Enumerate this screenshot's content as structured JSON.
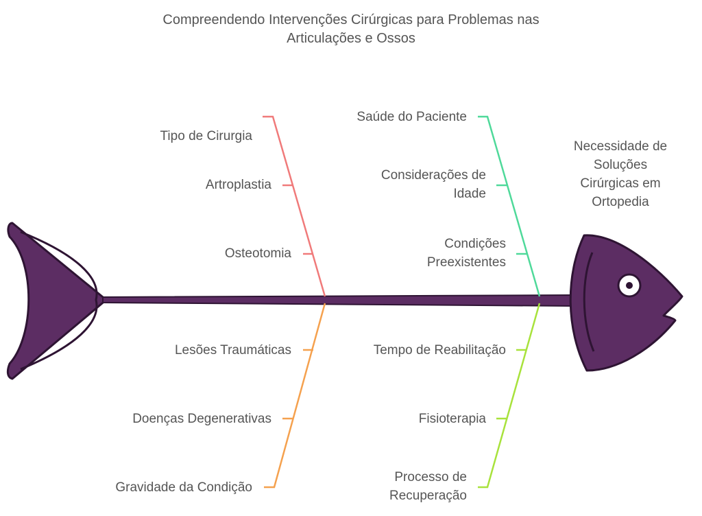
{
  "title_line1": "Compreendendo Intervenções Cirúrgicas para Problemas nas",
  "title_line2": "Articulações e Ossos",
  "head_label": [
    "Necessidade de",
    "Soluções",
    "Cirúrgicas em",
    "Ortopedia"
  ],
  "bones": [
    {
      "color": "#f07a7a",
      "title": "Tipo de Cirurgia",
      "items": [
        "Artroplastia",
        "Osteotomia"
      ]
    },
    {
      "color": "#f5a14e",
      "title": "Gravidade da Condição",
      "items": [
        "Lesões Traumáticas",
        "Doenças Degenerativas"
      ]
    },
    {
      "color": "#4fd99a",
      "title": "Saúde do Paciente",
      "items": [
        [
          "Considerações de",
          "Idade"
        ],
        [
          "Condições",
          "Preexistentes"
        ]
      ]
    },
    {
      "color": "#a8e23c",
      "title": [
        "Processo de",
        "Recuperação"
      ],
      "items": [
        "Tempo de Reabilitação",
        "Fisioterapia"
      ]
    }
  ],
  "fish_color": "#5c2d63",
  "outline_color": "#2e1433"
}
